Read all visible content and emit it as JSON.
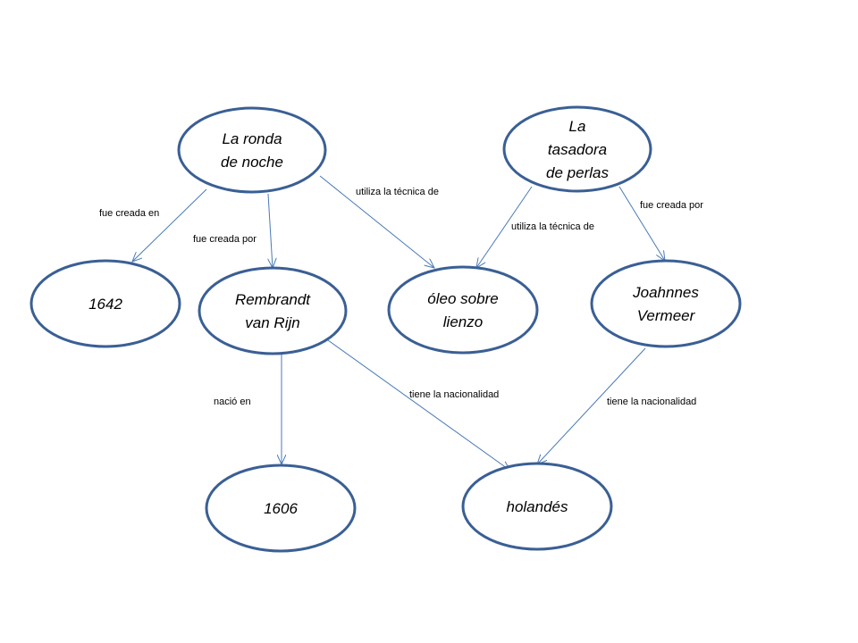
{
  "nodes": [
    {
      "id": "ronda",
      "lines": [
        "La ronda",
        "de noche"
      ]
    },
    {
      "id": "tasadora",
      "lines": [
        "La",
        "tasadora",
        "de perlas"
      ]
    },
    {
      "id": "y1642",
      "lines": [
        "1642"
      ]
    },
    {
      "id": "rembrandt",
      "lines": [
        "Rembrandt",
        "van Rijn"
      ]
    },
    {
      "id": "oleo",
      "lines": [
        "óleo sobre",
        "lienzo"
      ]
    },
    {
      "id": "vermeer",
      "lines": [
        "Joahnnes",
        "Vermeer"
      ]
    },
    {
      "id": "y1606",
      "lines": [
        "1606"
      ]
    },
    {
      "id": "holandes",
      "lines": [
        "holandés"
      ]
    }
  ],
  "edges": [
    {
      "from": "ronda",
      "to": "y1642",
      "label": "fue creada en"
    },
    {
      "from": "ronda",
      "to": "rembrandt",
      "label": "fue creada por"
    },
    {
      "from": "ronda",
      "to": "oleo",
      "label": "utiliza la técnica de"
    },
    {
      "from": "tasadora",
      "to": "oleo",
      "label": "utiliza la técnica de"
    },
    {
      "from": "tasadora",
      "to": "vermeer",
      "label": "fue creada por"
    },
    {
      "from": "rembrandt",
      "to": "y1606",
      "label": "nació en"
    },
    {
      "from": "rembrandt",
      "to": "holandes",
      "label": "tiene la nacionalidad"
    },
    {
      "from": "vermeer",
      "to": "holandes",
      "label": "tiene la nacionalidad"
    }
  ]
}
